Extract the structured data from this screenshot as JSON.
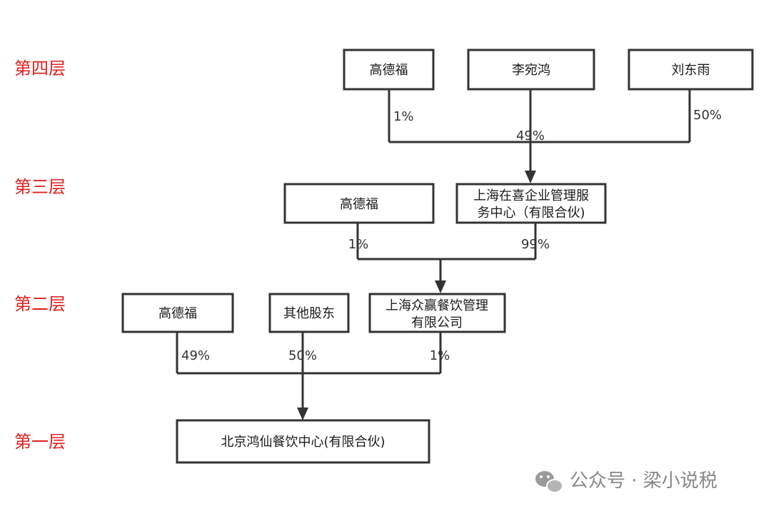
{
  "layers": {
    "l4": "第四层",
    "l3": "第三层",
    "l2": "第二层",
    "l1": "第一层"
  },
  "nodes": {
    "l4_gao": "高德福",
    "l4_li": "李宛鸿",
    "l4_liu": "刘东雨",
    "l3_gao": "高德福",
    "l3_zaixi_line1": "上海在喜企业管理服",
    "l3_zaixi_line2": "务中心（有限合伙)",
    "l2_gao": "高德福",
    "l2_other": "其他股东",
    "l2_zhongying_line1": "上海众赢餐饮管理",
    "l2_zhongying_line2": "有限公司",
    "l1_hongxian": "北京鸿仙餐饮中心(有限合伙)"
  },
  "edges": {
    "l4_gao_pct": "1%",
    "l4_li_pct": "49%",
    "l4_liu_pct": "50%",
    "l3_gao_pct": "1%",
    "l3_zaixi_pct": "99%",
    "l2_gao_pct": "49%",
    "l2_other_pct": "50%",
    "l2_zhongying_pct": "1%"
  },
  "watermark": {
    "text": "公众号 · 梁小说税",
    "icon": "wechat-icon"
  },
  "colors": {
    "layer_label": "#e0201e",
    "box_stroke": "#333333",
    "watermark": "#888888"
  }
}
